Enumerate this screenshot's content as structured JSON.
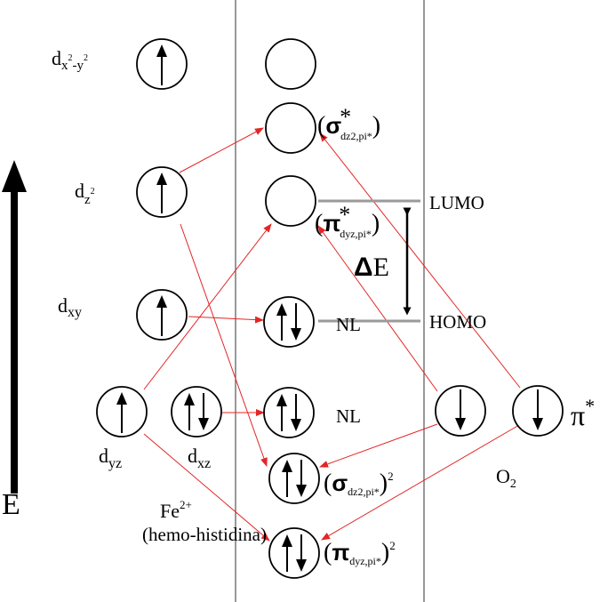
{
  "labels": {
    "energy": "E",
    "dx2y2": {
      "base": "d",
      "sub": "x",
      "sup1": "2",
      "mid": "-y",
      "sup2": "2"
    },
    "dz2": {
      "base": "d",
      "sub": "z",
      "sup": "2"
    },
    "dxy": {
      "base": "d",
      "sub": "xy"
    },
    "dyz": {
      "base": "d",
      "sub": "yz"
    },
    "dxz": {
      "base": "d",
      "sub": "xz"
    },
    "fe": {
      "base": "Fe",
      "sup": "2+"
    },
    "heme": "(hemo-histidina)",
    "o2": {
      "base": "O",
      "sub": "2"
    },
    "pi_star": {
      "base": "π",
      "sup": "*"
    },
    "lumo": "LUMO",
    "homo": "HOMO",
    "delta_e": {
      "delta": "Δ",
      "e": "E"
    },
    "nl1": "NL",
    "nl2": "NL",
    "sigma_star": {
      "open": "(",
      "sym": "σ",
      "star": "*",
      "sub": "dz2,pi*",
      "close": ")"
    },
    "pi_star_mo": {
      "open": "(",
      "sym": "π",
      "star": "*",
      "sub": "dyz,pi*",
      "close": ")"
    },
    "sigma_bond": {
      "open": "(",
      "sym": "σ",
      "sub": "dz2,pi*",
      "close": ")",
      "sup": "2"
    },
    "pi_bond": {
      "open": "(",
      "sym": "π",
      "sub": "dyz,pi*",
      "close": ")",
      "sup": "2"
    }
  },
  "colors": {
    "arrow": "#e32626",
    "line": "#000000",
    "gap": "#9a9a9a"
  }
}
